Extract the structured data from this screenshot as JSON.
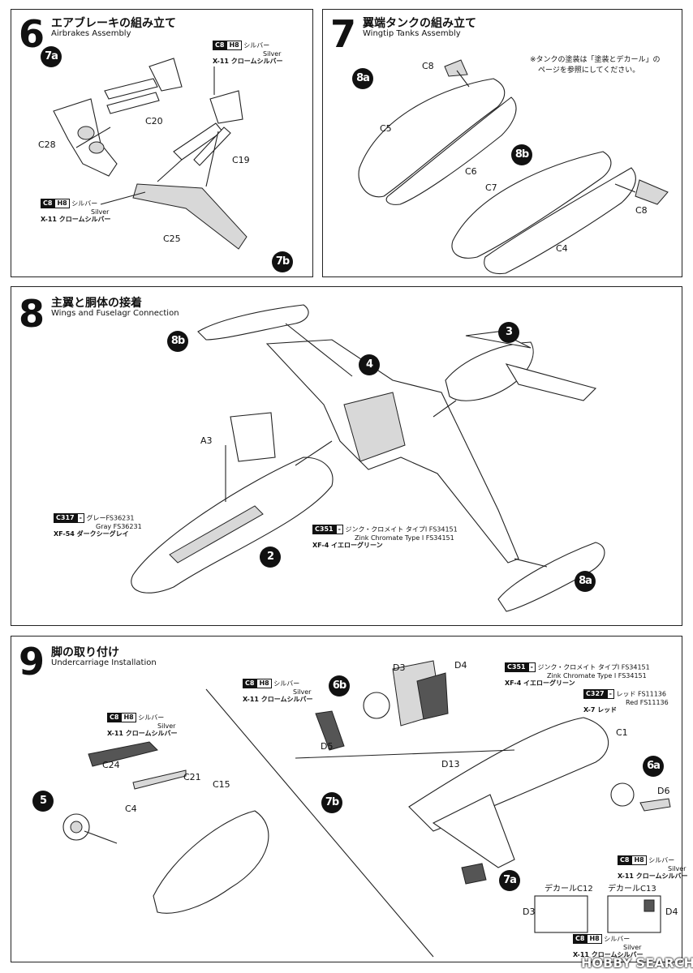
{
  "steps": {
    "s6": {
      "number": "6",
      "title": "エアブレーキの組み立て",
      "subtitle": "Airbrakes Assembly",
      "parts": [
        "C20",
        "C28",
        "C19",
        "C25"
      ],
      "refs": [
        "7a",
        "7b"
      ]
    },
    "s7": {
      "number": "7",
      "title": "翼端タンクの組み立て",
      "subtitle": "Wingtip Tanks Assembly",
      "parts": [
        "C8",
        "C5",
        "C6",
        "C7",
        "C8",
        "C4"
      ],
      "refs": [
        "8a",
        "8b"
      ],
      "note_line1": "※タンクの塗装は「塗装とデカール」の",
      "note_line2": "ページを参照にしてください。"
    },
    "s8": {
      "number": "8",
      "title": "主翼と胴体の接着",
      "subtitle": "Wings and Fuselagr Connection",
      "parts": [
        "A3"
      ],
      "refs": [
        "8b",
        "3",
        "4",
        "2",
        "8a"
      ]
    },
    "s9": {
      "number": "9",
      "title": "脚の取り付け",
      "subtitle": "Undercarriage Installation",
      "parts": [
        "D3",
        "D4",
        "C24",
        "C21",
        "C15",
        "C4",
        "D5",
        "D13",
        "C1",
        "D6"
      ],
      "refs": [
        "6b",
        "5",
        "7b",
        "6a",
        "7a"
      ],
      "decal1": "デカールC12",
      "decal2": "デカールC13",
      "decal_d3": "D3",
      "decal_d4": "D4"
    }
  },
  "paints": {
    "silver": {
      "c": "C8",
      "h": "H8",
      "jp": "シルバー",
      "en": "Silver",
      "x": "X-11 クロームシルバー"
    },
    "gray": {
      "c": "C317",
      "h": "-",
      "jp": "グレーFS36231",
      "en": "Gray FS36231",
      "x": "XF-54 ダークシーグレイ"
    },
    "zinc": {
      "c": "C351",
      "h": "-",
      "jp": "ジンク・クロメイト タイプI FS34151",
      "en": "Zink Chromate Type I FS34151",
      "x": "XF-4 イエローグリーン"
    },
    "red": {
      "c": "C327",
      "h": "-",
      "jp": "レッド FS11136",
      "en": "Red FS11136",
      "x": "X-7 レッド"
    }
  },
  "watermark": "HOBBY SEARCH"
}
